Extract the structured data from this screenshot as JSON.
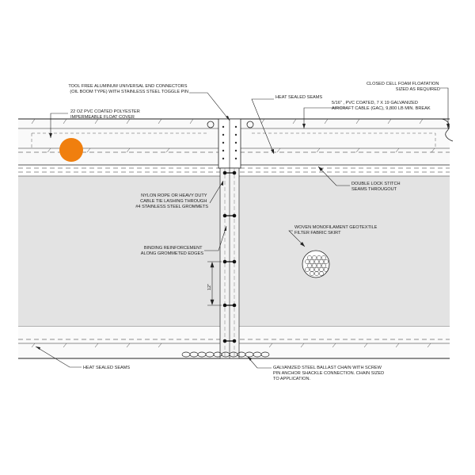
{
  "colors": {
    "fabric_fill": "#e3e3e3",
    "float_fill": "#f9f9f9",
    "line": "#222222",
    "marker_orange": "#f07f0e"
  },
  "labels": {
    "end_connectors": [
      "TOOL FREE ALUMINUM UNIVERSAL END CONNECTORS",
      "(OIL BOOM TYPE) WITH STAINLESS STEEL TOGGLE PIN"
    ],
    "float_cover": [
      "22 OZ PVC COATED POLYESTER",
      "IMPERMEABLE FLOAT COVER"
    ],
    "heat_sealed_top": [
      "HEAT SEALED SEAMS"
    ],
    "foam_flotation": [
      "CLOSED CELL FOAM FLOATATION",
      "SIZED AS REQUIRED"
    ],
    "cable": [
      "5/16\" , PVC COATED, 7 X 19 GALVANIZED",
      "AIRCRAFT CABLE (GAC), 9,800 LB MIN. BREAK"
    ],
    "lock_stitch": [
      "DOUBLE LOCK STITCH",
      "SEAMS THROUGOUT"
    ],
    "lashing": [
      "NYLON ROPE OR HEAVY DUTY",
      "CABLE TIE LASHING THROUGH",
      "#4 STAINLESS STEEL GROMMETS"
    ],
    "geotextile": [
      "WOVEN MONOFILAMENT GEOTEXTILE",
      "FILTER FABRIC SKIRT"
    ],
    "binding": [
      "BINDING REINFORCEMENT",
      "ALONG GROMMETED EDGES"
    ],
    "dimension": [
      "12\""
    ],
    "heat_sealed_bottom": [
      "HEAT SEALED SEAMS"
    ],
    "ballast_chain": [
      "GALVANIZED STEEL BALLAST CHAIN WITH SCREW",
      "PIN ANCHOR SHACKLE CONNECTION.  CHAIN SIZED",
      "TO APPLICATION."
    ]
  }
}
